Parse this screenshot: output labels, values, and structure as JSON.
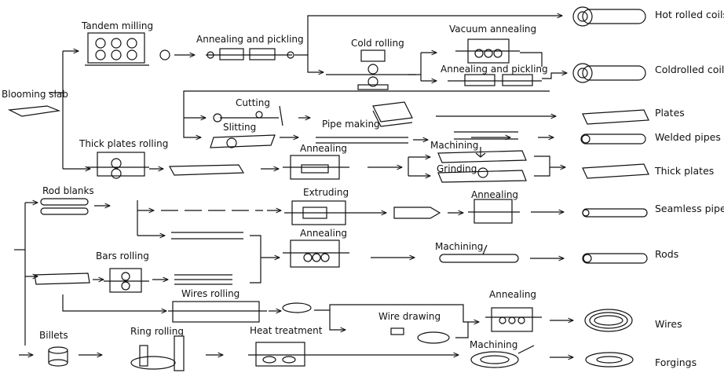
{
  "sources": {
    "blooming_slab": "Blooming slab",
    "rod_blanks": "Rod blanks",
    "billets": "Billets"
  },
  "processes": {
    "tandem_milling": "Tandem milling",
    "annealing_pickling_1": "Annealing and pickling",
    "cold_rolling": "Cold rolling",
    "vacuum_annealing": "Vacuum annealing",
    "annealing_pickling_2": "Annealing and pickling",
    "cutting": "Cutting",
    "slitting": "Slitting",
    "pipe_making": "Pipe making",
    "thick_plates_rolling": "Thick plates rolling",
    "annealing_1": "Annealing",
    "machining_1": "Machining",
    "grinding": "Grinding",
    "extruding": "Extruding",
    "annealing_2": "Annealing",
    "annealing_3": "Annealing",
    "machining_2": "Machining",
    "bars_rolling": "Bars rolling",
    "wires_rolling": "Wires rolling",
    "wire_drawing": "Wire drawing",
    "annealing_4": "Annealing",
    "ring_rolling": "Ring rolling",
    "heat_treatment": "Heat treatment",
    "machining_3": "Machining"
  },
  "products": {
    "hot_rolled_coils": "Hot rolled coils",
    "coldrolled_coils": "Coldrolled coils",
    "plates": "Plates",
    "welded_pipes": "Welded pipes",
    "thick_plates": "Thick plates",
    "seamless_pipes": "Seamless pipes",
    "rods": "Rods",
    "wires": "Wires",
    "forgings": "Forgings"
  }
}
